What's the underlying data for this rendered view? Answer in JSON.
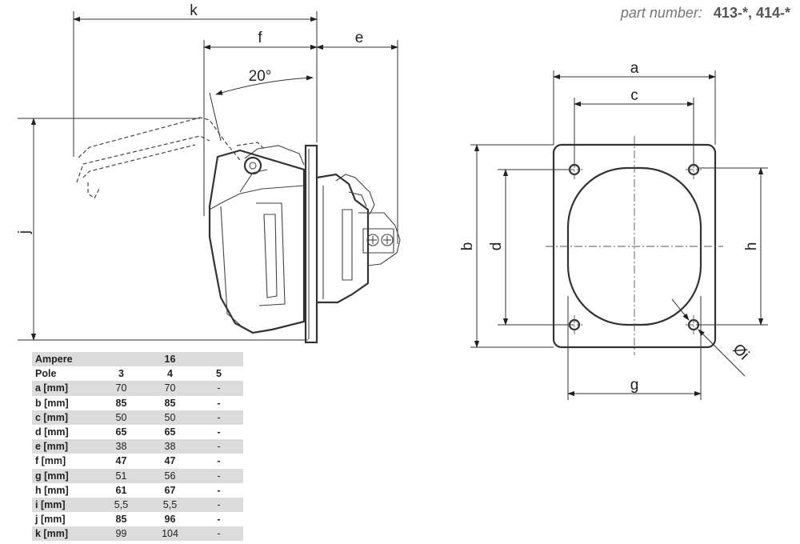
{
  "header": {
    "part_label": "part number:",
    "part_value": "413-*, 414-*"
  },
  "side_view": {
    "dims": {
      "k": "k",
      "f": "f",
      "e": "e",
      "j": "j",
      "angle": "20°"
    }
  },
  "front_view": {
    "dims": {
      "a": "a",
      "b": "b",
      "c": "c",
      "d": "d",
      "g": "g",
      "h": "h",
      "i": "Øi"
    }
  },
  "table": {
    "header": {
      "label": "Ampere",
      "value": "16"
    },
    "poles": {
      "label": "Pole",
      "values": [
        "3",
        "4",
        "5"
      ]
    },
    "rows": [
      {
        "label": "a [mm]",
        "values": [
          "70",
          "70",
          "-"
        ],
        "bold": false
      },
      {
        "label": "b [mm]",
        "values": [
          "85",
          "85",
          "-"
        ],
        "bold": true
      },
      {
        "label": "c [mm]",
        "values": [
          "50",
          "50",
          "-"
        ],
        "bold": false
      },
      {
        "label": "d [mm]",
        "values": [
          "65",
          "65",
          "-"
        ],
        "bold": true
      },
      {
        "label": "e [mm]",
        "values": [
          "38",
          "38",
          "-"
        ],
        "bold": false
      },
      {
        "label": "f [mm]",
        "values": [
          "47",
          "47",
          "-"
        ],
        "bold": true
      },
      {
        "label": "g [mm]",
        "values": [
          "51",
          "56",
          "-"
        ],
        "bold": false
      },
      {
        "label": "h [mm]",
        "values": [
          "61",
          "67",
          "-"
        ],
        "bold": true
      },
      {
        "label": "i [mm]",
        "values": [
          "5,5",
          "5,5",
          "-"
        ],
        "bold": false
      },
      {
        "label": "j [mm]",
        "values": [
          "85",
          "96",
          "-"
        ],
        "bold": true
      },
      {
        "label": "k [mm]",
        "values": [
          "99",
          "104",
          "-"
        ],
        "bold": false
      }
    ]
  }
}
